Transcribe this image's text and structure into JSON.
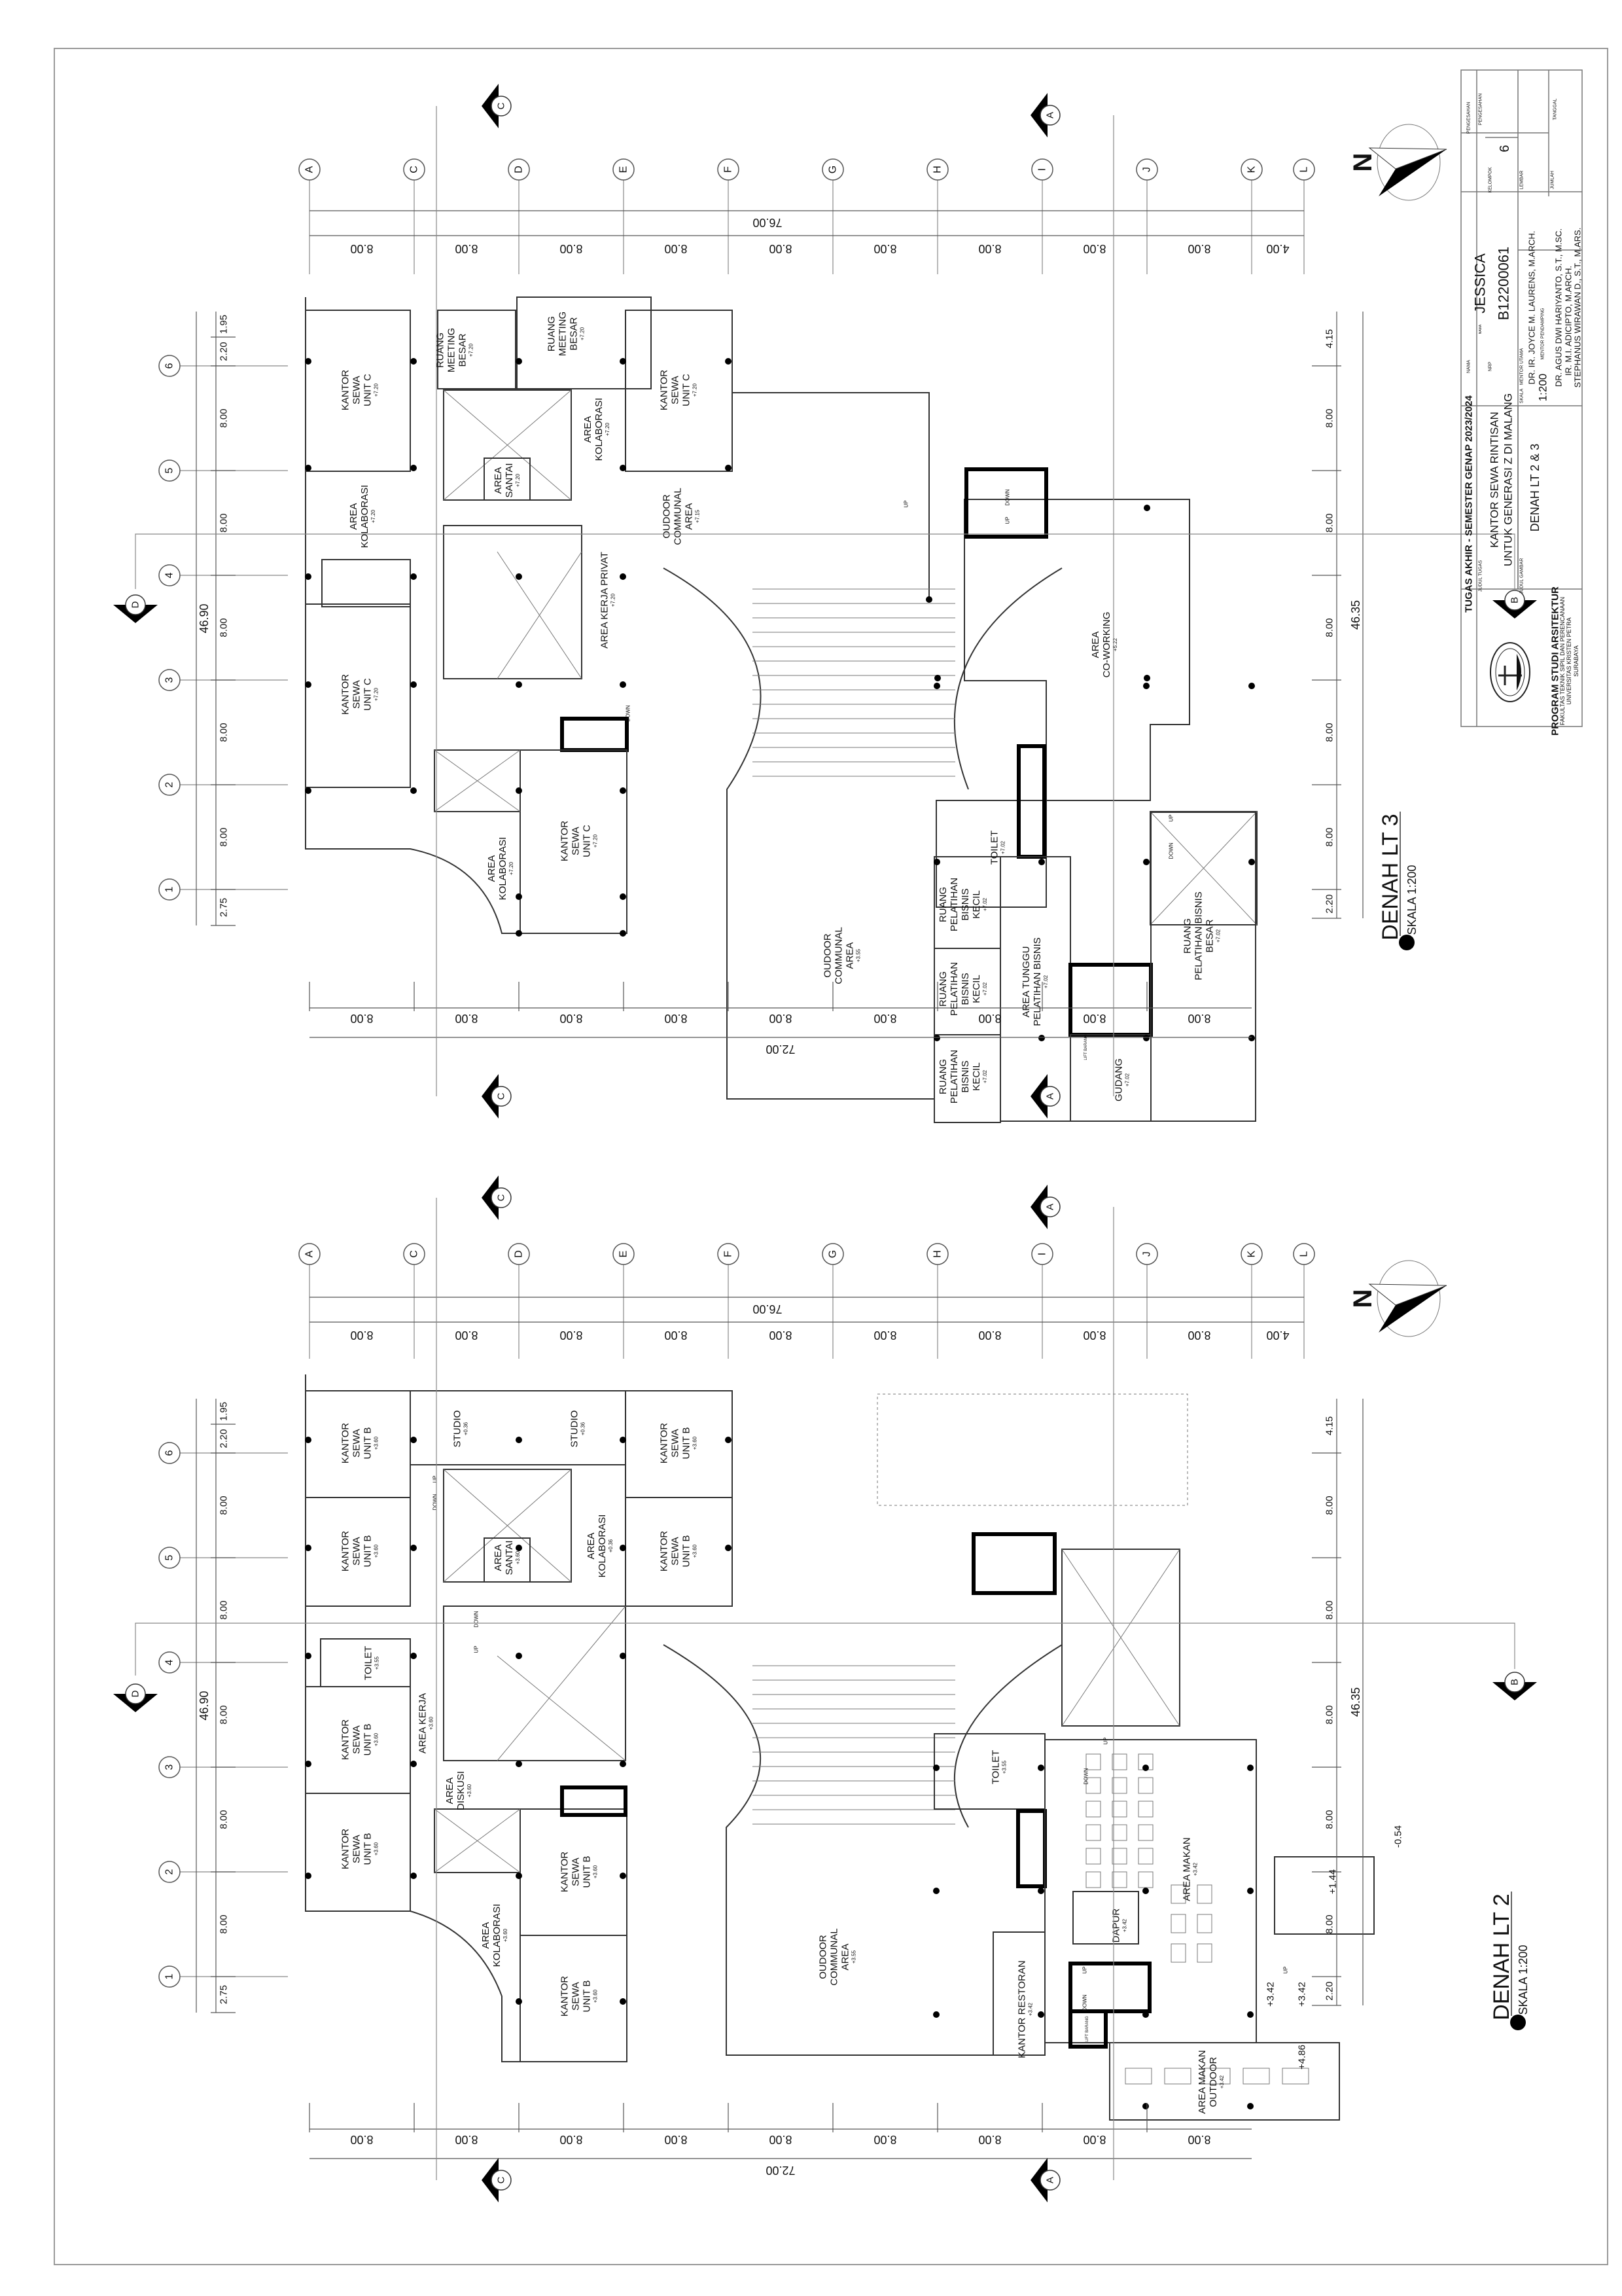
{
  "sheet": {
    "course": "TUGAS AKHIR - SEMESTER GENAP 2023/2024",
    "task_title_label": "JUDUL TUGAS",
    "project_title_line1": "KANTOR SEWA RINTISAN",
    "project_title_line2": "UNTUK GENERASI Z DI MALANG",
    "drawing_title_label": "JUDUL GAMBAR",
    "drawing_title": "DENAH LT 2 & 3",
    "scale_label": "SKALA",
    "scale": "1:200",
    "name_label": "NAMA",
    "name_small_label": "NAMA",
    "name": "JESSICA",
    "nrp_label": "NRP",
    "nrp": "B12200061",
    "group_label": "KELOMPOK",
    "group": "6",
    "sheet_label": "LEMBAR",
    "count_label": "JUMLAH",
    "approval_label": "PENGESAHAN",
    "approval_label_2": "PENGESAHAN",
    "date_label": "TANGGAL",
    "main_mentor_label": "MENTOR UTAMA",
    "main_mentor": "DR. IR. JOYCE M. LAURENS, M.ARCH.",
    "co_mentor_label": "MENTOR PENDAMPING",
    "co_mentors": [
      "DR. AGUS DWI HARIYANTO, S.T., M.SC.",
      "IR. M.I. ADICIPTO, M.ARCH.",
      "STEPHANUS WIRAWAN D., S.T., M.ARS."
    ],
    "program": "PROGRAM STUDI ARSITEKTUR",
    "faculty": "FAKULTAS TEKNIK SIPIL DAN PERENCANAAN",
    "university": "UNIVERSITAS KRISTEN PETRA",
    "city": "SURABAYA",
    "logo_text": "UNIVERSITAS KRISTEN PETRA"
  },
  "north_label": "N",
  "grid": {
    "columns": [
      "A",
      "C",
      "D",
      "E",
      "F",
      "G",
      "H",
      "I",
      "J",
      "K",
      "L"
    ],
    "rows": [
      "1",
      "2",
      "3",
      "4",
      "5",
      "6"
    ]
  },
  "plans": [
    {
      "title": "DENAH LT 3",
      "scale": "SKALA 1:200",
      "dims": {
        "top_total": "76.00",
        "top": [
          "8.00",
          "8.00",
          "8.00",
          "8.00",
          "8.00",
          "8.00",
          "8.00",
          "8.00",
          "8.00",
          "4.00"
        ],
        "bottom_total": "72.00",
        "bottom": [
          "8.00",
          "8.00",
          "8.00",
          "8.00",
          "8.00",
          "8.00",
          "8.00",
          "8.00",
          "8.00"
        ],
        "left_total": "46.90",
        "left": [
          "2.75",
          "8.00",
          "8.00",
          "8.00",
          "8.00",
          "8.00",
          "2.20",
          "1.95"
        ],
        "right_total": "46.35",
        "right": [
          "2.20",
          "8.00",
          "8.00",
          "8.00",
          "8.00",
          "8.00",
          "4.15"
        ]
      },
      "sections": [
        "C",
        "A",
        "C",
        "A",
        "D",
        "B"
      ],
      "rooms": [
        {
          "lines": [
            "KANTOR",
            "SEWA",
            "UNIT C"
          ],
          "elev": "+7.20"
        },
        {
          "lines": [
            "RUANG",
            "MEETING",
            "BESAR"
          ],
          "elev": "+7.20"
        },
        {
          "lines": [
            "RUANG",
            "MEETING",
            "BESAR"
          ],
          "elev": "+7.20"
        },
        {
          "lines": [
            "KANTOR",
            "SEWA",
            "UNIT C"
          ],
          "elev": "+7.20"
        },
        {
          "lines": [
            "AREA",
            "KOLABORASI"
          ],
          "elev": "+7.20"
        },
        {
          "lines": [
            "AREA",
            "SANTAI"
          ],
          "elev": "+7.20"
        },
        {
          "lines": [
            "AREA",
            "KOLABORASI"
          ],
          "elev": "+7.20"
        },
        {
          "lines": [
            "OUDOOR",
            "COMMUNAL",
            "AREA"
          ],
          "elev": "+7.15"
        },
        {
          "lines": [
            "AREA KERJA PRIVAT"
          ],
          "elev": "+7.20"
        },
        {
          "lines": [
            "KANTOR",
            "SEWA",
            "UNIT C"
          ],
          "elev": "+7.20"
        },
        {
          "lines": [
            "KANTOR",
            "SEWA",
            "UNIT C"
          ],
          "elev": "+7.20"
        },
        {
          "lines": [
            "AREA",
            "KOLABORASI"
          ],
          "elev": "+7.20"
        },
        {
          "lines": [
            "AREA",
            "CO-WORKING"
          ],
          "elev": "+5.22"
        },
        {
          "lines": [
            "TOILET"
          ],
          "elev": "+7.02"
        },
        {
          "lines": [
            "OUDOOR",
            "COMMUNAL",
            "AREA"
          ],
          "elev": "+3.55"
        },
        {
          "lines": [
            "RUANG",
            "PELATIHAN",
            "BISNIS",
            "KECIL"
          ],
          "elev": "+7.02"
        },
        {
          "lines": [
            "RUANG",
            "PELATIHAN",
            "BISNIS",
            "KECIL"
          ],
          "elev": "+7.02"
        },
        {
          "lines": [
            "RUANG",
            "PELATIHAN",
            "BISNIS",
            "KECIL"
          ],
          "elev": "+7.02"
        },
        {
          "lines": [
            "AREA TUNGGU",
            "PELATIHAN BISNIS"
          ],
          "elev": "+7.02"
        },
        {
          "lines": [
            "GUDANG"
          ],
          "elev": "+7.02"
        },
        {
          "lines": [
            "RUANG",
            "PELATIHAN BISNIS",
            "BESAR"
          ],
          "elev": "+7.02"
        }
      ],
      "notes": [
        "DOWN",
        "UP",
        "DOWN",
        "UP",
        "DOWN",
        "UP",
        "LIFT BARANG"
      ],
      "levels": []
    },
    {
      "title": "DENAH LT 2",
      "scale": "SKALA 1:200",
      "dims": {
        "top_total": "76.00",
        "top": [
          "8.00",
          "8.00",
          "8.00",
          "8.00",
          "8.00",
          "8.00",
          "8.00",
          "8.00",
          "8.00",
          "4.00"
        ],
        "bottom_total": "72.00",
        "bottom": [
          "8.00",
          "8.00",
          "8.00",
          "8.00",
          "8.00",
          "8.00",
          "8.00",
          "8.00",
          "8.00"
        ],
        "left_total": "46.90",
        "left": [
          "2.75",
          "8.00",
          "8.00",
          "8.00",
          "8.00",
          "8.00",
          "2.20",
          "1.95"
        ],
        "right_total": "46.35",
        "right": [
          "2.20",
          "8.00",
          "8.00",
          "8.00",
          "8.00",
          "8.00",
          "4.15"
        ]
      },
      "sections": [
        "C",
        "A",
        "C",
        "A",
        "D",
        "B"
      ],
      "rooms": [
        {
          "lines": [
            "KANTOR",
            "SEWA",
            "UNIT B"
          ],
          "elev": "+3.60"
        },
        {
          "lines": [
            "KANTOR",
            "SEWA",
            "UNIT B"
          ],
          "elev": "+3.60"
        },
        {
          "lines": [
            "STUDIO"
          ],
          "elev": "+0.36"
        },
        {
          "lines": [
            "STUDIO"
          ],
          "elev": "+0.36"
        },
        {
          "lines": [
            "KANTOR",
            "SEWA",
            "UNIT B"
          ],
          "elev": "+3.60"
        },
        {
          "lines": [
            "KANTOR",
            "SEWA",
            "UNIT B"
          ],
          "elev": "+3.60"
        },
        {
          "lines": [
            "AREA",
            "SANTAI"
          ],
          "elev": "+3.60"
        },
        {
          "lines": [
            "AREA",
            "KOLABORASI"
          ],
          "elev": "+0.36"
        },
        {
          "lines": [
            "TOILET"
          ],
          "elev": "+3.55"
        },
        {
          "lines": [
            "KANTOR",
            "SEWA",
            "UNIT B"
          ],
          "elev": "+3.60"
        },
        {
          "lines": [
            "AREA KERJA"
          ],
          "elev": "+3.60"
        },
        {
          "lines": [
            "AREA",
            "DISKUSI"
          ],
          "elev": "+3.60"
        },
        {
          "lines": [
            "KANTOR",
            "SEWA",
            "UNIT B"
          ],
          "elev": "+3.60"
        },
        {
          "lines": [
            "KANTOR",
            "SEWA",
            "UNIT B"
          ],
          "elev": "+3.60"
        },
        {
          "lines": [
            "KANTOR",
            "SEWA",
            "UNIT B"
          ],
          "elev": "+3.60"
        },
        {
          "lines": [
            "AREA",
            "KOLABORASI"
          ],
          "elev": "+3.60"
        },
        {
          "lines": [
            "TOILET"
          ],
          "elev": "+3.55"
        },
        {
          "lines": [
            "OUDOOR",
            "COMMUNAL",
            "AREA"
          ],
          "elev": "+3.55"
        },
        {
          "lines": [
            "KANTOR RESTORAN"
          ],
          "elev": "+3.42"
        },
        {
          "lines": [
            "DAPUR"
          ],
          "elev": "+3.42"
        },
        {
          "lines": [
            "AREA MAKAN"
          ],
          "elev": "+3.42"
        },
        {
          "lines": [
            "AREA MAKAN",
            "OUTDOOR"
          ],
          "elev": "+3.42"
        }
      ],
      "notes": [
        "UP",
        "DOWN",
        "DOWN",
        "UP",
        "UP",
        "DOWN",
        "UP",
        "DOWN",
        "UP",
        "LIFT BARANG"
      ],
      "levels": [
        "+1.44",
        "+3.42",
        "+3.42",
        "+4.86",
        "-0.54"
      ]
    }
  ]
}
